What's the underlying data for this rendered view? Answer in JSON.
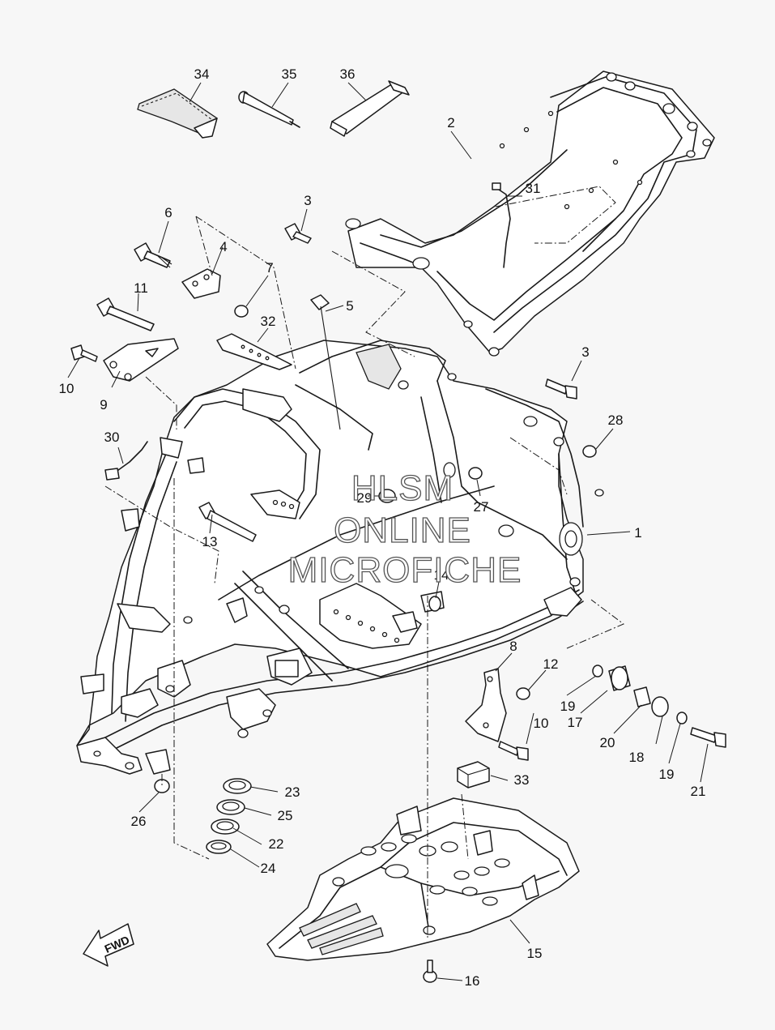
{
  "watermark": {
    "line1": "HLSM",
    "line2": "ONLINE",
    "line3": "MICROFICHE"
  },
  "direction_label": "FWD",
  "callouts": [
    "1",
    "2",
    "3",
    "3",
    "4",
    "5",
    "6",
    "7",
    "8",
    "9",
    "10",
    "10",
    "11",
    "12",
    "13",
    "14",
    "15",
    "16",
    "17",
    "18",
    "19",
    "19",
    "20",
    "21",
    "22",
    "23",
    "24",
    "25",
    "26",
    "27",
    "28",
    "29",
    "30",
    "31",
    "32",
    "33",
    "34",
    "35",
    "36"
  ]
}
